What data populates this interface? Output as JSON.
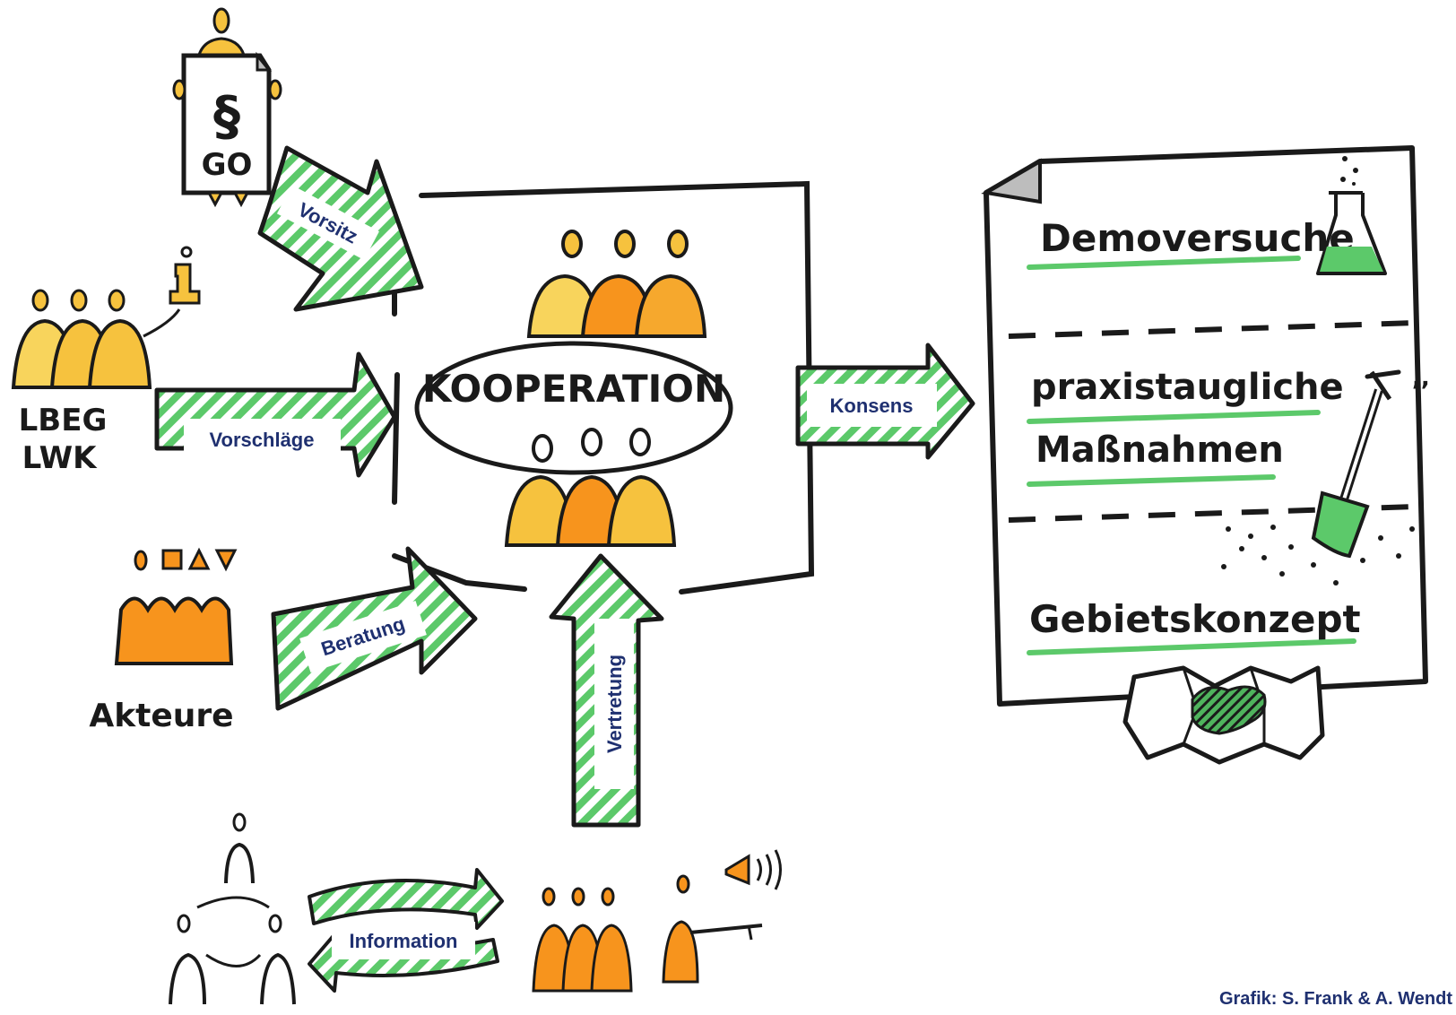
{
  "diagram": {
    "center_title": "KOOPERATION",
    "go_label": "GO",
    "paragraph_symbol": "§",
    "info_symbol": "i",
    "lbeg_label": "LBEG",
    "lwk_label": "LWK",
    "akteure_label": "Akteure",
    "arrows": {
      "vorsitz": "Vorsitz",
      "vorschlaege": "Vorschläge",
      "beratung": "Beratung",
      "vertretung": "Vertretung",
      "konsens": "Konsens",
      "information": "Information"
    },
    "results": {
      "demoversuche": "Demoversuche",
      "praxis_line1": "praxistaugliche",
      "praxis_line2": "Maßnahmen",
      "gebietskonzept": "Gebietskonzept"
    },
    "credit": "Grafik: S. Frank & A. Wendt"
  },
  "colors": {
    "green": "#5cc96a",
    "yellow": "#f6c23e",
    "light_yellow": "#f8d45c",
    "orange": "#f7941d",
    "gray": "#bdbdbd",
    "navy": "#1f3070",
    "ink": "#1a1a1a"
  },
  "icons": [
    "person-icon",
    "document-icon",
    "info-icon",
    "shapes-icon",
    "flask-icon",
    "shovel-icon",
    "map-icon",
    "megaphone-icon"
  ]
}
